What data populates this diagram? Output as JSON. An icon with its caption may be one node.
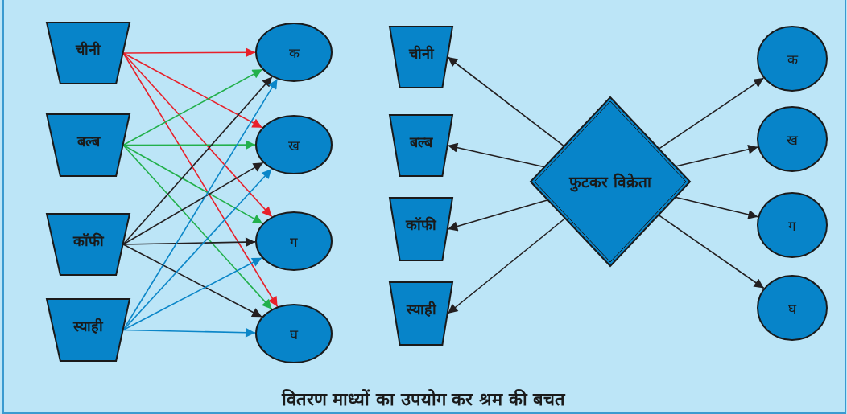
{
  "diagram": {
    "caption": "वितरण माध्यों का उपयोग कर श्रम की बचत",
    "nodes": [
      {
        "text": [
          "चीनी"
        ]
      },
      {
        "text": [
          "बल्ब"
        ]
      },
      {
        "text": [
          "कॉफी"
        ]
      },
      {
        "text": [
          "स्याही"
        ]
      },
      {
        "text": [
          "क"
        ]
      },
      {
        "text": [
          "ख"
        ]
      },
      {
        "text": [
          "ग"
        ]
      },
      {
        "text": [
          "घ"
        ]
      },
      {
        "text": [
          "चीनी"
        ]
      },
      {
        "text": [
          "बल्ब"
        ]
      },
      {
        "text": [
          "कॉफी"
        ]
      },
      {
        "text": [
          "स्याही"
        ]
      },
      {
        "text": [
          "फुटकर विक्रेता"
        ]
      },
      {
        "text": [
          "क"
        ]
      },
      {
        "text": [
          "ख"
        ]
      },
      {
        "text": [
          "ग"
        ]
      },
      {
        "text": [
          "घ"
        ]
      }
    ],
    "edges": [
      {
        "from": 0,
        "to": 4,
        "arrow": "to",
        "color": "#e8202a"
      },
      {
        "from": 0,
        "to": 5,
        "arrow": "to",
        "color": "#e8202a"
      },
      {
        "from": 0,
        "to": 6,
        "arrow": "to",
        "color": "#e8202a"
      },
      {
        "from": 0,
        "to": 7,
        "arrow": "to",
        "color": "#e8202a"
      },
      {
        "from": 1,
        "to": 4,
        "arrow": "to",
        "color": "#22b04b"
      },
      {
        "from": 1,
        "to": 5,
        "arrow": "to",
        "color": "#22b04b"
      },
      {
        "from": 1,
        "to": 6,
        "arrow": "to",
        "color": "#22b04b"
      },
      {
        "from": 1,
        "to": 7,
        "arrow": "to",
        "color": "#22b04b"
      },
      {
        "from": 2,
        "to": 4,
        "arrow": "to"
      },
      {
        "from": 2,
        "to": 5,
        "arrow": "to"
      },
      {
        "from": 2,
        "to": 6,
        "arrow": "to"
      },
      {
        "from": 2,
        "to": 7,
        "arrow": "to"
      },
      {
        "from": 3,
        "to": 4,
        "arrow": "to",
        "color": "#0b86c8"
      },
      {
        "from": 3,
        "to": 5,
        "arrow": "to",
        "color": "#0b86c8"
      },
      {
        "from": 3,
        "to": 6,
        "arrow": "to",
        "color": "#0b86c8"
      },
      {
        "from": 3,
        "to": 7,
        "arrow": "to",
        "color": "#0b86c8"
      },
      {
        "from": 12,
        "to": 8,
        "arrow": "to"
      },
      {
        "from": 12,
        "to": 9,
        "arrow": "to"
      },
      {
        "from": 12,
        "to": 10,
        "arrow": "to"
      },
      {
        "from": 12,
        "to": 11,
        "arrow": "to"
      },
      {
        "from": 12,
        "to": 13,
        "arrow": "to"
      },
      {
        "from": 12,
        "to": 14,
        "arrow": "to"
      },
      {
        "from": 12,
        "to": 15,
        "arrow": "to"
      },
      {
        "from": 12,
        "to": 16,
        "arrow": "to"
      }
    ]
  }
}
